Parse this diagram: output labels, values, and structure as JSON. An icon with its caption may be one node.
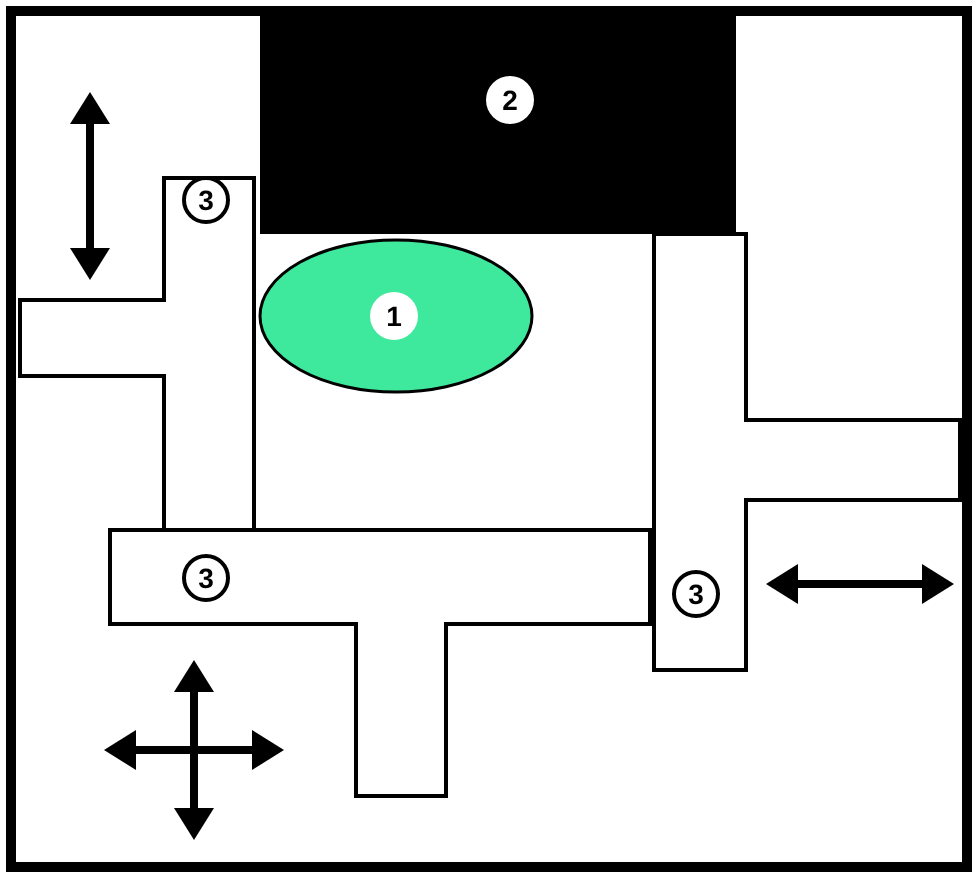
{
  "diagram": {
    "nodes": [
      {
        "text": [
          "2"
        ]
      },
      {
        "text": [
          "3"
        ]
      },
      {
        "text": [
          "1"
        ]
      },
      {
        "text": [
          "3"
        ]
      },
      {
        "text": [
          "3"
        ]
      }
    ]
  }
}
